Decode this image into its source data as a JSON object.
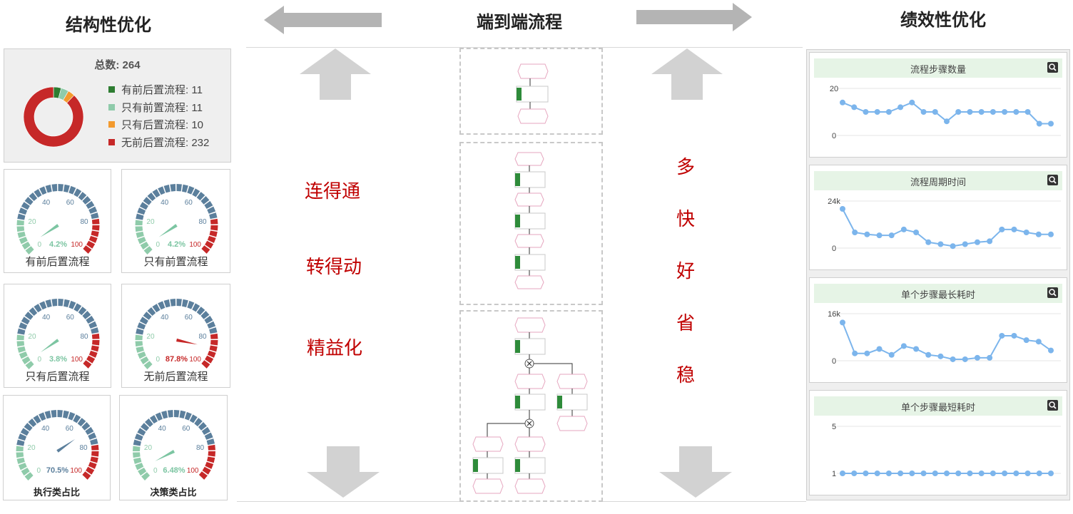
{
  "headings": {
    "structural": "结构性优化",
    "end_to_end": "端到端流程",
    "performance": "绩效性优化"
  },
  "donut": {
    "total_label": "总数: 264",
    "segments": [
      {
        "label": "有前后置流程: 11",
        "value": 11,
        "color": "#2e7d32"
      },
      {
        "label": "只有前置流程: 11",
        "value": 11,
        "color": "#8fcbaa"
      },
      {
        "label": "只有后置流程: 10",
        "value": 10,
        "color": "#f39a2e"
      },
      {
        "label": "无前后置流程: 232",
        "value": 232,
        "color": "#c62828"
      }
    ]
  },
  "gauges": [
    {
      "caption": "有前后置流程",
      "value_label": "4.2%",
      "value": 4.2,
      "value_color": "#7cc5a2"
    },
    {
      "caption": "只有前置流程",
      "value_label": "4.2%",
      "value": 4.2,
      "value_color": "#7cc5a2"
    },
    {
      "caption": "只有后置流程",
      "value_label": "3.8%",
      "value": 3.8,
      "value_color": "#7cc5a2"
    },
    {
      "caption": "无前后置流程",
      "value_label": "87.8%",
      "value": 87.8,
      "value_color": "#c62828"
    },
    {
      "caption": "执行类占比",
      "value_label": "70.5%",
      "value": 70.5,
      "value_color": "#5b7f9c"
    },
    {
      "caption": "决策类占比",
      "value_label": "6.48%",
      "value": 6.48,
      "value_color": "#7cc5a2"
    }
  ],
  "gauge_ticks": [
    "0",
    "20",
    "40",
    "60",
    "80",
    "100"
  ],
  "left_words": [
    "连得通",
    "转得动",
    "精益化"
  ],
  "right_words": [
    "多",
    "快",
    "好",
    "省",
    "稳"
  ],
  "chart_data": [
    {
      "type": "line",
      "title": "流程步骤数量",
      "y_ticks": [
        "20",
        "0"
      ],
      "ylim": [
        0,
        20
      ],
      "values": [
        14,
        12,
        10,
        10,
        10,
        12,
        14,
        10,
        10,
        6,
        10,
        10,
        10,
        10,
        10,
        10,
        10,
        5,
        5
      ],
      "color": "#7cb5ec"
    },
    {
      "type": "line",
      "title": "流程周期时间",
      "y_ticks": [
        "24k",
        "0"
      ],
      "ylim": [
        0,
        24000
      ],
      "values": [
        20000,
        8000,
        7000,
        6500,
        6500,
        9500,
        8000,
        3000,
        2000,
        1000,
        2000,
        3000,
        3500,
        9500,
        9500,
        8000,
        7000,
        7000
      ],
      "color": "#7cb5ec"
    },
    {
      "type": "line",
      "title": "单个步骤最长耗时",
      "y_ticks": [
        "16k",
        "0"
      ],
      "ylim": [
        0,
        16000
      ],
      "values": [
        13000,
        2500,
        2500,
        4000,
        2000,
        5000,
        4000,
        2000,
        1500,
        500,
        500,
        1000,
        1000,
        8500,
        8500,
        7000,
        6500,
        3500
      ],
      "color": "#7cb5ec"
    },
    {
      "type": "line",
      "title": "单个步骤最短耗时",
      "y_ticks": [
        "5",
        "1"
      ],
      "ylim": [
        1,
        5
      ],
      "values": [
        1,
        1,
        1,
        1,
        1,
        1,
        1,
        1,
        1,
        1,
        1,
        1,
        1,
        1,
        1,
        1,
        1,
        1,
        1
      ],
      "color": "#7cb5ec"
    }
  ]
}
